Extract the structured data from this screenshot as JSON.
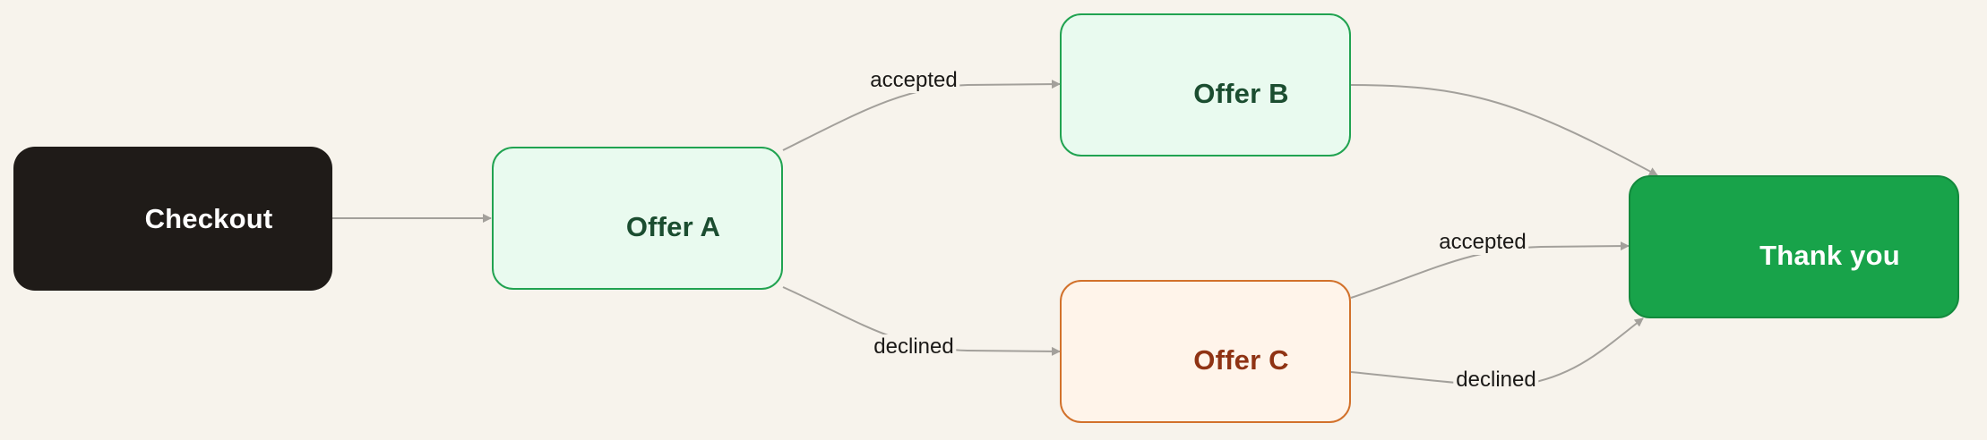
{
  "diagram": {
    "nodes": {
      "checkout": "Checkout",
      "offer_a": "Offer A",
      "offer_b": "Offer B",
      "offer_c": "Offer C",
      "thank_you": "Thank you"
    },
    "edges": [
      {
        "from": "Checkout",
        "to": "Offer A",
        "label": ""
      },
      {
        "from": "Offer A",
        "to": "Offer B",
        "label": "accepted"
      },
      {
        "from": "Offer A",
        "to": "Offer C",
        "label": "declined"
      },
      {
        "from": "Offer B",
        "to": "Thank you",
        "label": ""
      },
      {
        "from": "Offer C",
        "to": "Thank you",
        "label": "accepted"
      },
      {
        "from": "Offer C",
        "to": "Thank you",
        "label": "declined"
      }
    ]
  },
  "colors": {
    "background": "#f7f3ec",
    "edge": "#a3a09b",
    "checkout_fill": "#1f1b18",
    "offer_green_fill": "#e9faef",
    "offer_green_border": "#21a351",
    "offer_orange_fill": "#fff4ea",
    "offer_orange_border": "#d2712b",
    "thank_you_fill": "#18a34a"
  }
}
